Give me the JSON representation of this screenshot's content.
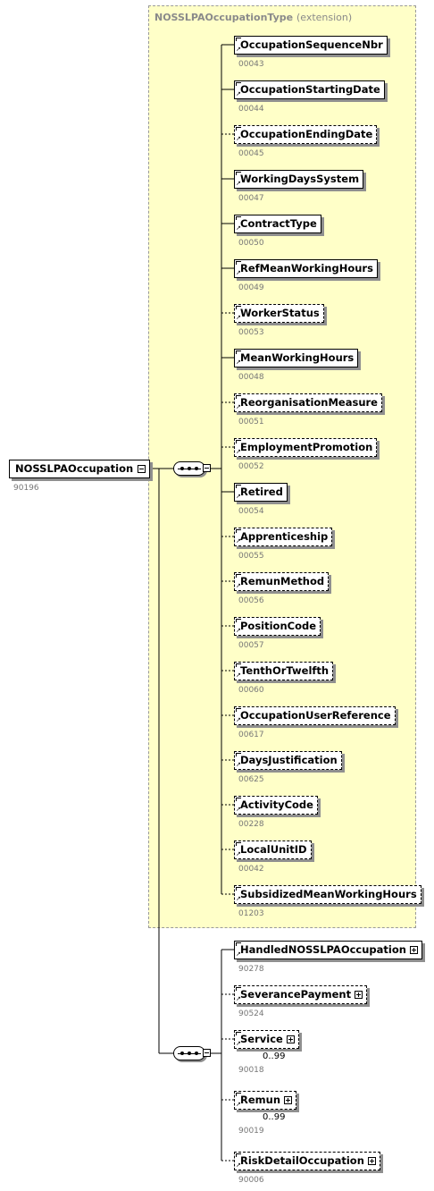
{
  "extension": {
    "type_name": "NOSSLPAOccupationType",
    "kind": "(extension)"
  },
  "root": {
    "name": "NOSSLPAOccupation",
    "code": "90196"
  },
  "inner_elements": [
    {
      "name": "OccupationSequenceNbr",
      "code": "00043",
      "optional": false
    },
    {
      "name": "OccupationStartingDate",
      "code": "00044",
      "optional": false
    },
    {
      "name": "OccupationEndingDate",
      "code": "00045",
      "optional": true
    },
    {
      "name": "WorkingDaysSystem",
      "code": "00047",
      "optional": false
    },
    {
      "name": "ContractType",
      "code": "00050",
      "optional": false
    },
    {
      "name": "RefMeanWorkingHours",
      "code": "00049",
      "optional": false
    },
    {
      "name": "WorkerStatus",
      "code": "00053",
      "optional": true
    },
    {
      "name": "MeanWorkingHours",
      "code": "00048",
      "optional": false
    },
    {
      "name": "ReorganisationMeasure",
      "code": "00051",
      "optional": true
    },
    {
      "name": "EmploymentPromotion",
      "code": "00052",
      "optional": true
    },
    {
      "name": "Retired",
      "code": "00054",
      "optional": false
    },
    {
      "name": "Apprenticeship",
      "code": "00055",
      "optional": true
    },
    {
      "name": "RemunMethod",
      "code": "00056",
      "optional": true
    },
    {
      "name": "PositionCode",
      "code": "00057",
      "optional": true
    },
    {
      "name": "TenthOrTwelfth",
      "code": "00060",
      "optional": true
    },
    {
      "name": "OccupationUserReference",
      "code": "00617",
      "optional": true
    },
    {
      "name": "DaysJustification",
      "code": "00625",
      "optional": true
    },
    {
      "name": "ActivityCode",
      "code": "00228",
      "optional": true
    },
    {
      "name": "LocalUnitID",
      "code": "00042",
      "optional": true
    },
    {
      "name": "SubsidizedMeanWorkingHours",
      "code": "01203",
      "optional": true
    }
  ],
  "outer_elements": [
    {
      "name": "HandledNOSSLPAOccupation",
      "code": "90278",
      "optional": false,
      "cardinality": ""
    },
    {
      "name": "SeverancePayment",
      "code": "90524",
      "optional": true,
      "cardinality": ""
    },
    {
      "name": "Service",
      "code": "90018",
      "optional": true,
      "cardinality": "0..99"
    },
    {
      "name": "Remun",
      "code": "90019",
      "optional": true,
      "cardinality": "0..99"
    },
    {
      "name": "RiskDetailOccupation",
      "code": "90006",
      "optional": true,
      "cardinality": ""
    }
  ],
  "colors": {
    "extension_bg": "#ffffc8",
    "code_text": "#777777"
  }
}
